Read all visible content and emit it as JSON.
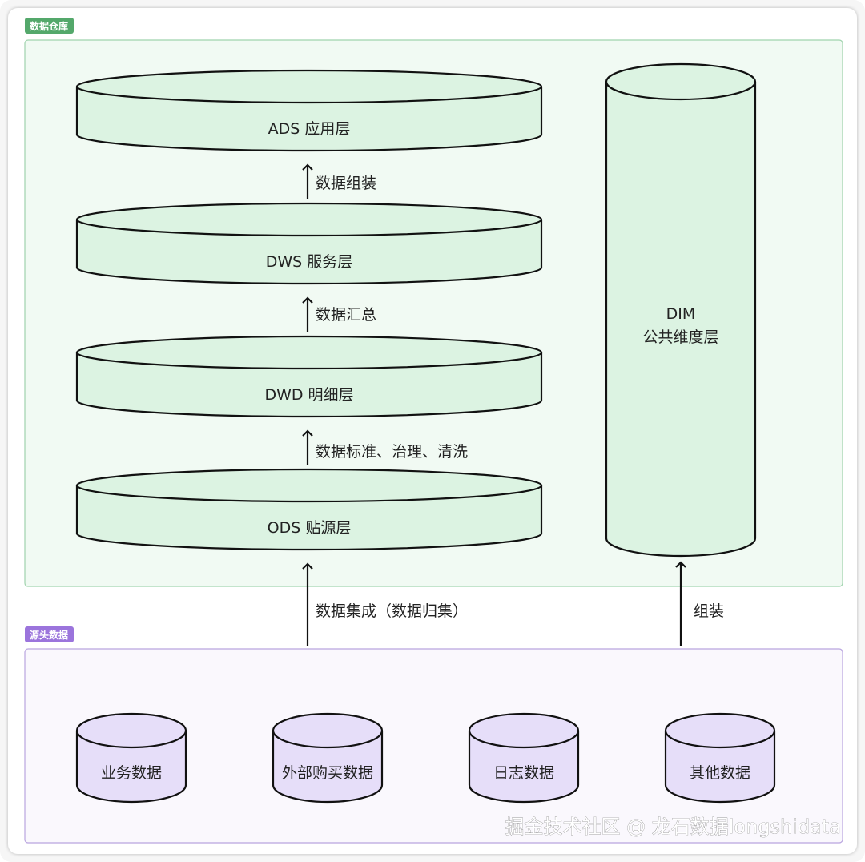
{
  "groups": {
    "warehouse": {
      "label": "数据仓库",
      "tag_color": "#54a86b",
      "fill": "#f1faf3",
      "border": "#9fd3ad"
    },
    "source": {
      "label": "源头数据",
      "tag_color": "#9b74dc",
      "fill": "#faf8fd",
      "border": "#b9a5df"
    }
  },
  "layers": {
    "ads": "ADS 应用层",
    "dws": "DWS 服务层",
    "dwd": "DWD 明细层",
    "ods": "ODS 贴源层"
  },
  "dim": {
    "line1": "DIM",
    "line2": "公共维度层"
  },
  "edges": {
    "dws_to_ads": "数据组装",
    "dwd_to_dws": "数据汇总",
    "ods_to_dwd": "数据标准、治理、清洗",
    "source_to_ods": "数据集成（数据归集）",
    "source_to_dim": "组装"
  },
  "sources": [
    "业务数据",
    "外部购买数据",
    "日志数据",
    "其他数据"
  ],
  "colors": {
    "layer_fill": "#dcf3e2",
    "source_fill": "#e6def9",
    "stroke": "#111111"
  },
  "watermark": "掘金技术社区 @ 龙石数据longshidata"
}
